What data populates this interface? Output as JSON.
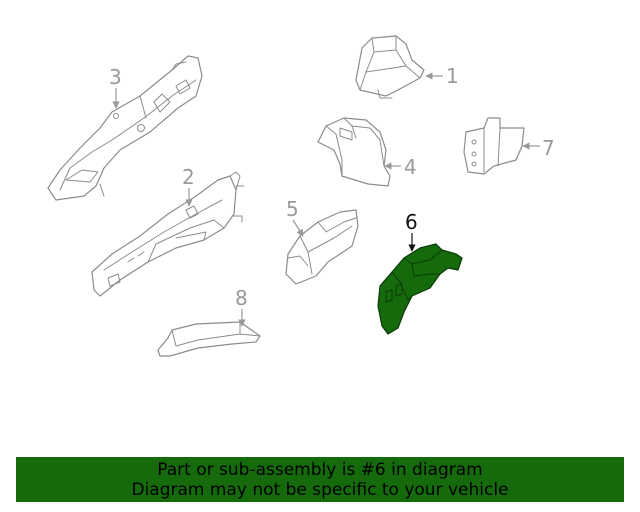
{
  "diagram": {
    "highlight_color": "#156a0c",
    "highlighted_part": "6",
    "callouts": [
      "1",
      "2",
      "3",
      "4",
      "5",
      "6",
      "7",
      "8"
    ]
  },
  "banner": {
    "line1": "Part or sub-assembly is #6 in diagram",
    "line2": "Diagram may not be specific to your vehicle"
  }
}
